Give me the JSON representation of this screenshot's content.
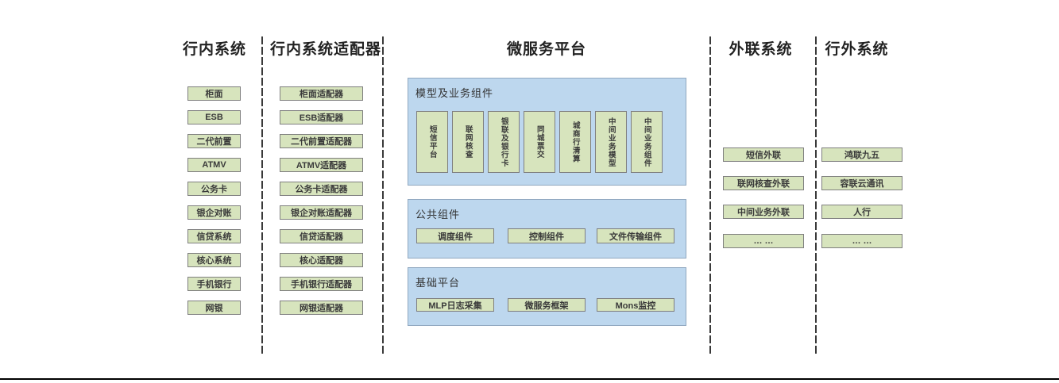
{
  "diagram": {
    "colors": {
      "component_fill": "#d7e4bd",
      "component_border": "#7f7f7f",
      "panel_fill": "#bdd7ee",
      "panel_border": "#91a8c0",
      "divider": "#3a3a3a",
      "bottom_rule": "#000000"
    },
    "lanes": [
      {
        "title": "行内系统",
        "items": [
          "柜面",
          "ESB",
          "二代前置",
          "ATMV",
          "公务卡",
          "银企对账",
          "信贷系统",
          "核心系统",
          "手机银行",
          "网银"
        ]
      },
      {
        "title": "行内系统适配器",
        "items": [
          "柜面适配器",
          "ESB适配器",
          "二代前置适配器",
          "ATMV适配器",
          "公务卡适配器",
          "银企对账适配器",
          "信贷适配器",
          "核心适配器",
          "手机银行适配器",
          "网银适配器"
        ]
      },
      {
        "title": "微服务平台",
        "sections": [
          {
            "label": "模型及业务组件",
            "items": [
              "短信平台",
              "联网核查",
              "银联及银行卡",
              "同城票交",
              "城商行清算",
              "中间业务模型",
              "中间业务组件"
            ]
          },
          {
            "label": "公共组件",
            "items": [
              "调度组件",
              "控制组件",
              "文件传输组件"
            ]
          },
          {
            "label": "基础平台",
            "items": [
              "MLP日志采集",
              "微服务框架",
              "Mons监控"
            ]
          }
        ]
      },
      {
        "title": "外联系统",
        "items": [
          "短信外联",
          "联网核查外联",
          "中间业务外联",
          "… …"
        ]
      },
      {
        "title": "行外系统",
        "items": [
          "鸿联九五",
          "容联云通讯",
          "人行",
          "… …"
        ]
      }
    ]
  }
}
